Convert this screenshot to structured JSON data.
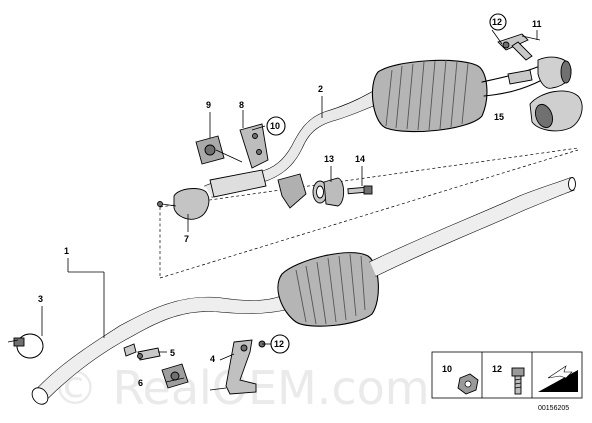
{
  "diagram": {
    "callouts": {
      "c1": "1",
      "c2": "2",
      "c3": "3",
      "c4": "4",
      "c5": "5",
      "c6": "6",
      "c7": "7",
      "c8": "8",
      "c9": "9",
      "c10": "10",
      "c11": "11",
      "c12": "12",
      "c13": "13",
      "c14": "14",
      "c15": "15",
      "c12b": "12"
    },
    "legend": {
      "item_10": "10",
      "item_12": "12"
    },
    "reference_number": "00156205",
    "watermark": "© RealOEM.com"
  }
}
